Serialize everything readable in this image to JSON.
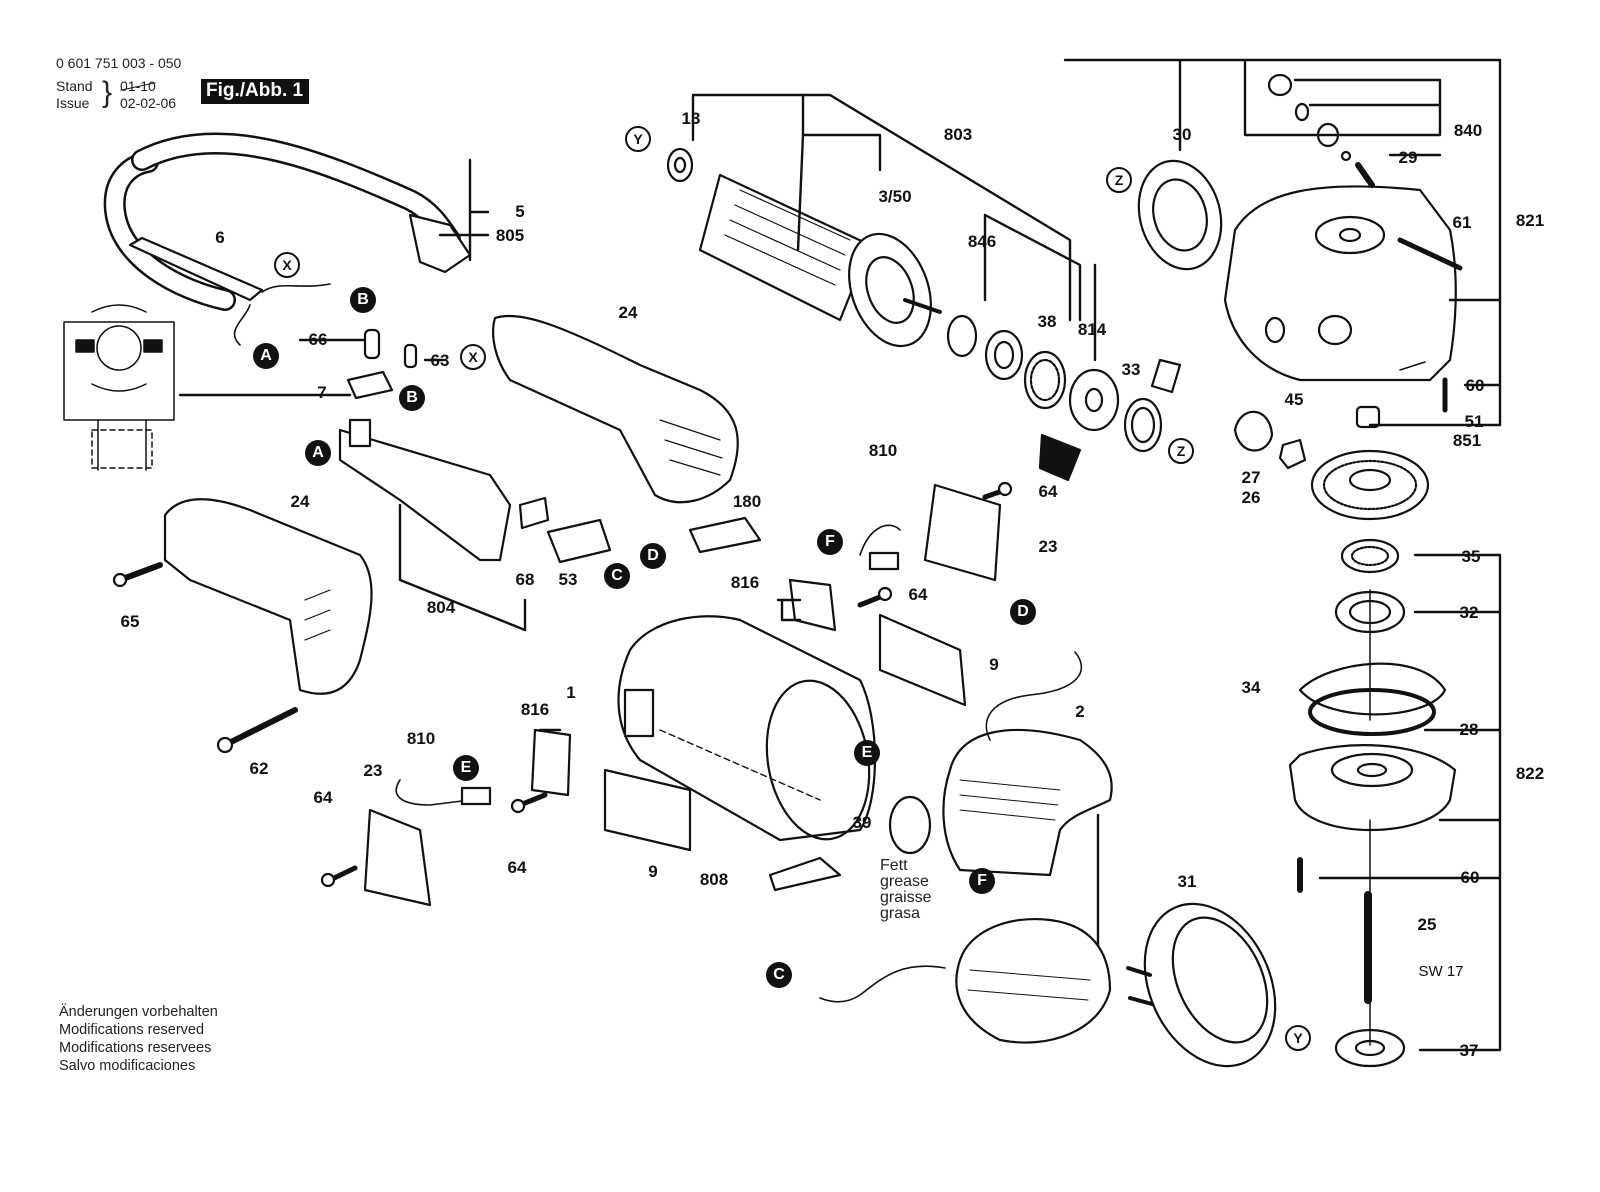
{
  "header": {
    "part_number": "0 601 751 003 - 050",
    "stand_label": "Stand",
    "issue_label": "Issue",
    "old_date_struck": "01-10",
    "issue_date": "02-02-06",
    "figure_label": "Fig./Abb. 1"
  },
  "disclaimer": [
    "Änderungen vorbehalten",
    "Modifications reserved",
    "Modifications reservees",
    "Salvo modificaciones"
  ],
  "grease_note": [
    "Fett",
    "grease",
    "graisse",
    "grasa"
  ],
  "callouts": [
    {
      "id": "c13",
      "text": "13"
    },
    {
      "id": "c803",
      "text": "803"
    },
    {
      "id": "c3_50",
      "text": "3/50"
    },
    {
      "id": "c846",
      "text": "846"
    },
    {
      "id": "c38",
      "text": "38"
    },
    {
      "id": "c814",
      "text": "814"
    },
    {
      "id": "c33",
      "text": "33"
    },
    {
      "id": "c30",
      "text": "30"
    },
    {
      "id": "c840",
      "text": "840"
    },
    {
      "id": "c29",
      "text": "29"
    },
    {
      "id": "c61",
      "text": "61"
    },
    {
      "id": "c821",
      "text": "821"
    },
    {
      "id": "c60a",
      "text": "60"
    },
    {
      "id": "c51",
      "text": "51"
    },
    {
      "id": "c851",
      "text": "851"
    },
    {
      "id": "c45",
      "text": "45"
    },
    {
      "id": "c27",
      "text": "27"
    },
    {
      "id": "c26",
      "text": "26"
    },
    {
      "id": "c35",
      "text": "35"
    },
    {
      "id": "c32",
      "text": "32"
    },
    {
      "id": "c34",
      "text": "34"
    },
    {
      "id": "c28",
      "text": "28"
    },
    {
      "id": "c822",
      "text": "822"
    },
    {
      "id": "c60b",
      "text": "60"
    },
    {
      "id": "c25",
      "text": "25"
    },
    {
      "id": "csw17",
      "text": "SW 17"
    },
    {
      "id": "c37",
      "text": "37"
    },
    {
      "id": "c31",
      "text": "31"
    },
    {
      "id": "c5",
      "text": "5"
    },
    {
      "id": "c805",
      "text": "805"
    },
    {
      "id": "c6",
      "text": "6"
    },
    {
      "id": "c66",
      "text": "66"
    },
    {
      "id": "c63",
      "text": "63"
    },
    {
      "id": "c7",
      "text": "7"
    },
    {
      "id": "c24a",
      "text": "24"
    },
    {
      "id": "c24b",
      "text": "24"
    },
    {
      "id": "c65",
      "text": "65"
    },
    {
      "id": "c62",
      "text": "62"
    },
    {
      "id": "c804",
      "text": "804"
    },
    {
      "id": "c68",
      "text": "68"
    },
    {
      "id": "c53",
      "text": "53"
    },
    {
      "id": "c180",
      "text": "180"
    },
    {
      "id": "c810a",
      "text": "810"
    },
    {
      "id": "c64a",
      "text": "64"
    },
    {
      "id": "c23a",
      "text": "23"
    },
    {
      "id": "c816a",
      "text": "816"
    },
    {
      "id": "c64b",
      "text": "64"
    },
    {
      "id": "c9a",
      "text": "9"
    },
    {
      "id": "c1",
      "text": "1"
    },
    {
      "id": "c816b",
      "text": "816"
    },
    {
      "id": "c810b",
      "text": "810"
    },
    {
      "id": "c23b",
      "text": "23"
    },
    {
      "id": "c64c",
      "text": "64"
    },
    {
      "id": "c64d",
      "text": "64"
    },
    {
      "id": "c9b",
      "text": "9"
    },
    {
      "id": "c808",
      "text": "808"
    },
    {
      "id": "c39",
      "text": "39"
    },
    {
      "id": "c2",
      "text": "2"
    }
  ],
  "references": [
    {
      "id": "rY1",
      "text": "Y",
      "style": "open"
    },
    {
      "id": "rY2",
      "text": "Y",
      "style": "open"
    },
    {
      "id": "rZ1",
      "text": "Z",
      "style": "open"
    },
    {
      "id": "rZ2",
      "text": "Z",
      "style": "open"
    },
    {
      "id": "rX1",
      "text": "X",
      "style": "open"
    },
    {
      "id": "rX2",
      "text": "X",
      "style": "open"
    },
    {
      "id": "rA1",
      "text": "A",
      "style": "filled"
    },
    {
      "id": "rA2",
      "text": "A",
      "style": "filled"
    },
    {
      "id": "rB1",
      "text": "B",
      "style": "filled"
    },
    {
      "id": "rB2",
      "text": "B",
      "style": "filled"
    },
    {
      "id": "rC1",
      "text": "C",
      "style": "filled"
    },
    {
      "id": "rC2",
      "text": "C",
      "style": "filled"
    },
    {
      "id": "rD1",
      "text": "D",
      "style": "filled"
    },
    {
      "id": "rD2",
      "text": "D",
      "style": "filled"
    },
    {
      "id": "rE1",
      "text": "E",
      "style": "filled"
    },
    {
      "id": "rE2",
      "text": "E",
      "style": "filled"
    },
    {
      "id": "rF1",
      "text": "F",
      "style": "filled"
    },
    {
      "id": "rF2",
      "text": "F",
      "style": "filled"
    }
  ]
}
